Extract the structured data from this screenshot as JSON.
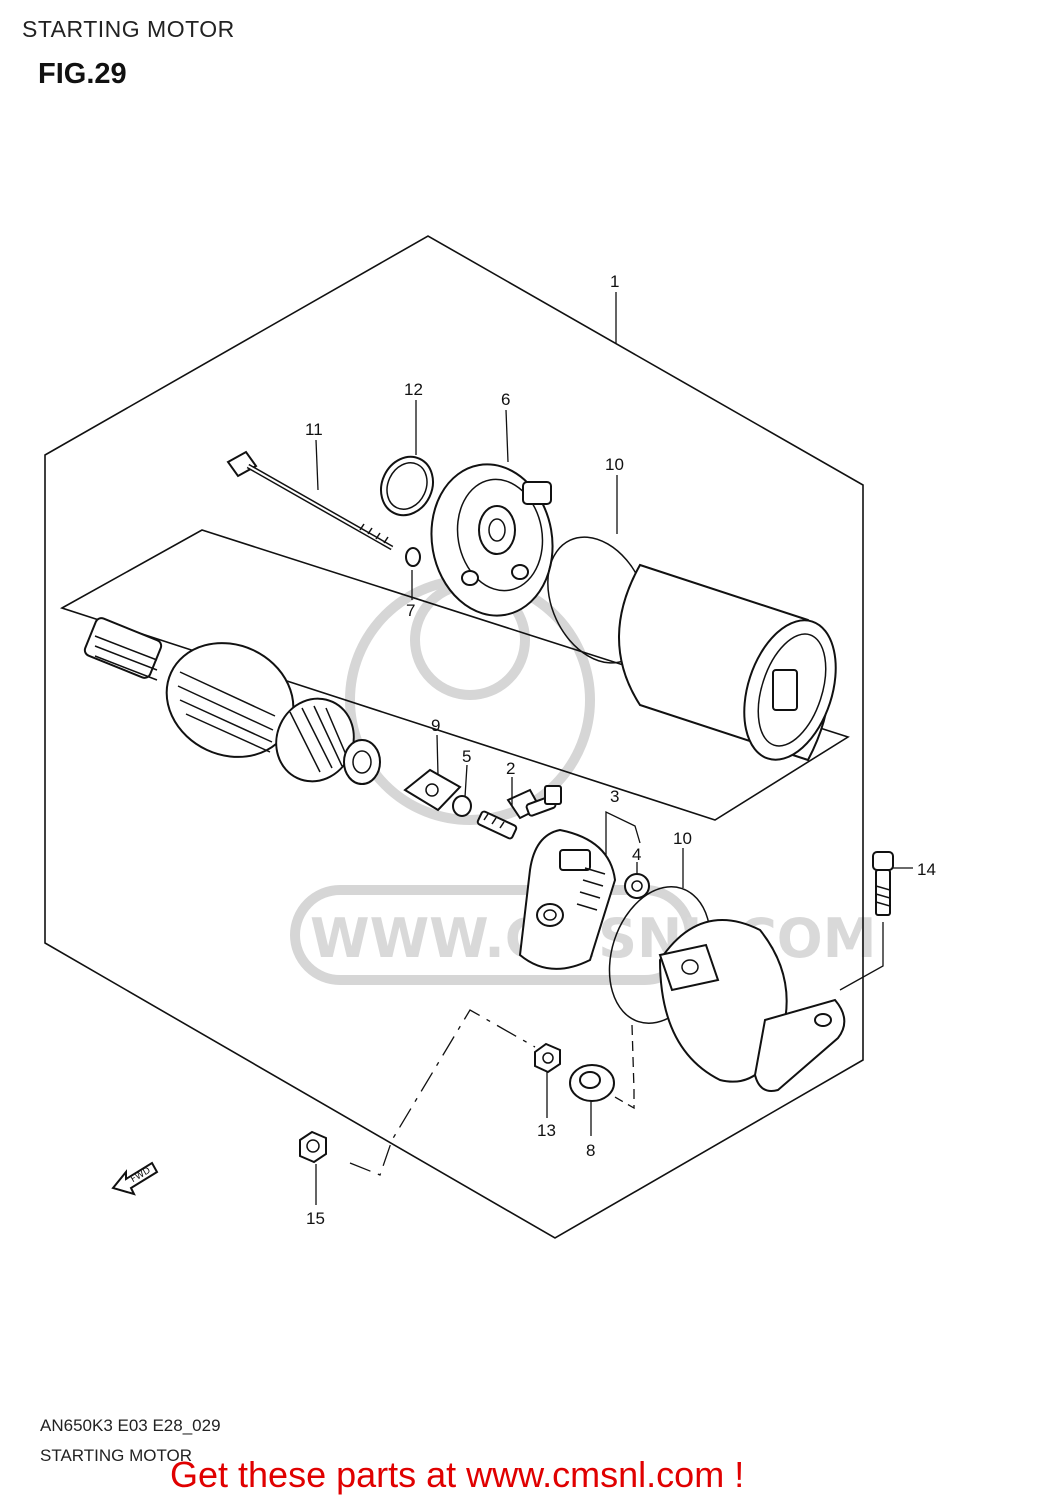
{
  "page": {
    "header": "STARTING MOTOR",
    "fig_label": "FIG.29",
    "footer_code": "AN650K3 E03 E28_029",
    "footer_caption": "STARTING MOTOR",
    "call_to_action": "Get these parts at www.cmsnl.com !",
    "fwd_label": "FWD",
    "watermark_text": "WWW.CMSNL.COM",
    "accent_color": "#e00000"
  },
  "callouts": {
    "c1": "1",
    "c2": "2",
    "c3": "3",
    "c4": "4",
    "c5": "5",
    "c6": "6",
    "c7": "7",
    "c8": "8",
    "c9": "9",
    "c10a": "10",
    "c10b": "10",
    "c11": "11",
    "c12": "12",
    "c13": "13",
    "c14": "14",
    "c15": "15"
  }
}
